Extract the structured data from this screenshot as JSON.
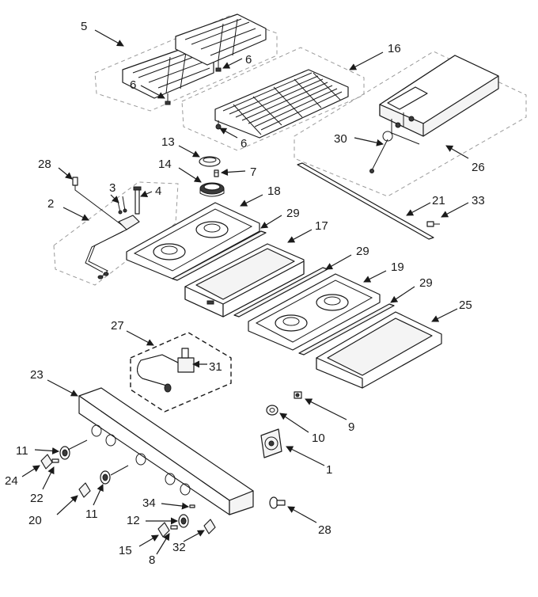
{
  "callouts": {
    "c1": "1",
    "c2": "2",
    "c3": "3",
    "c4": "4",
    "c5": "5",
    "c6a": "6",
    "c6b": "6",
    "c6c": "6",
    "c7": "7",
    "c8": "8",
    "c9": "9",
    "c10": "10",
    "c11a": "11",
    "c11b": "11",
    "c12": "12",
    "c13": "13",
    "c14": "14",
    "c15": "15",
    "c16": "16",
    "c17": "17",
    "c18": "18",
    "c19": "19",
    "c20": "20",
    "c21": "21",
    "c22": "22",
    "c23": "23",
    "c24": "24",
    "c25": "25",
    "c26": "26",
    "c27": "27",
    "c28a": "28",
    "c28b": "28",
    "c29a": "29",
    "c29b": "29",
    "c29c": "29",
    "c30": "30",
    "c31": "31",
    "c32": "32",
    "c33": "33",
    "c34": "34"
  }
}
